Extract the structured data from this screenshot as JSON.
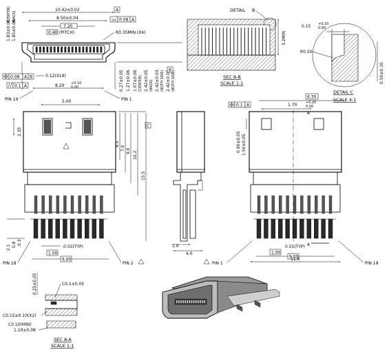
{
  "top_view": {
    "dims": {
      "overall_width": "10.42±0.02",
      "shell_width": "8.50±0.04",
      "pitch_span": "7.20",
      "pitch": "0.40",
      "pitch_note": "(PITCH)",
      "radius": "R0.35MIN.(X6)",
      "center_a": "1.83±0.06",
      "center_a_note": "(CENTER)",
      "center_b": "1.85±0.06",
      "center_b_note": "(BACK)",
      "lead_width": "0.12(X19)",
      "bottom_span": "8.20",
      "bottom_tol_up": "+0.10",
      "bottom_tol_dn": "0.00",
      "h1": "0.27±0.05",
      "h2": "1.27±0.06",
      "h3": "1.07±0.06",
      "h3_note": "(CENTER)",
      "h4": "2.42±0.05",
      "h4_note": "(BACK)",
      "h5": "2.42±0.03",
      "h5_note": "(BOTH SIDE)",
      "h6": "2.42±0.03",
      "h6_note": "(BOTH SIDE)"
    },
    "datum_a": "A",
    "datum_b": "B",
    "fcf_flat": "0.08",
    "fcf_flat_ref": "A",
    "fcf_pos": "0.08",
    "fcf_pos_refs": [
      "A",
      "B"
    ],
    "fcf_par": "0.1",
    "fcf_par_ref": "A",
    "pin19": "PIN 19",
    "pin1": "PIN 1"
  },
  "section_bb": {
    "detail_label": "DETAIL",
    "detail_ref": "B",
    "dim": "3.2MIN",
    "title": "SEC B-B",
    "scale": "SCALE 1:1"
  },
  "detail_c": {
    "dim_top": "0.15",
    "tol_up": "+0.10",
    "tol_dn": "0.00",
    "radius": "R0.50",
    "side_dim": "0.50±0.10",
    "title": "DETAIL C",
    "scale": "SCALE 4:1"
  },
  "front_view": {
    "dims": {
      "width": "5.00",
      "left_h": "2.35",
      "h1": "4.5",
      "h2": "7.0",
      "h3": "9.0",
      "h4": "10.2",
      "h5": "15.5",
      "lead_b": "2.1",
      "lead_c": "0.8",
      "lead_d": "0.3",
      "pitch": "0.55(TYP)",
      "small": "1.00",
      "span": "6.00"
    },
    "datum_c": "C",
    "pin18": "PIN 18",
    "pin2": "PIN 2"
  },
  "side_view": {
    "dim_a": "1.0",
    "dim_b": "4.0"
  },
  "back_view": {
    "fcf_pos": "0.1",
    "fcf_ref": "A",
    "top_w": "6.30",
    "top_dim": "1.70",
    "tol_up": "+0.20",
    "tol_dn": "0.00",
    "sec_mark": "A",
    "h1": "0.90±0.05",
    "h2": "1.50±0.05",
    "pitch": "0.55(TYP)",
    "small": "1.00",
    "span": "9.00",
    "overall": "11.0",
    "pin1": "PIN 1",
    "pin19": "PIN 19"
  },
  "section_aa": {
    "dim_a": "0.25±0.05",
    "dim_b": "C0.1±0.05",
    "dim_c": "C0.15±0.10(X2)",
    "dim_d": "C0.10(MIN)",
    "dim_e": "1.10±0.08",
    "title": "SEC A-A",
    "scale": "SCALE 1:1"
  }
}
